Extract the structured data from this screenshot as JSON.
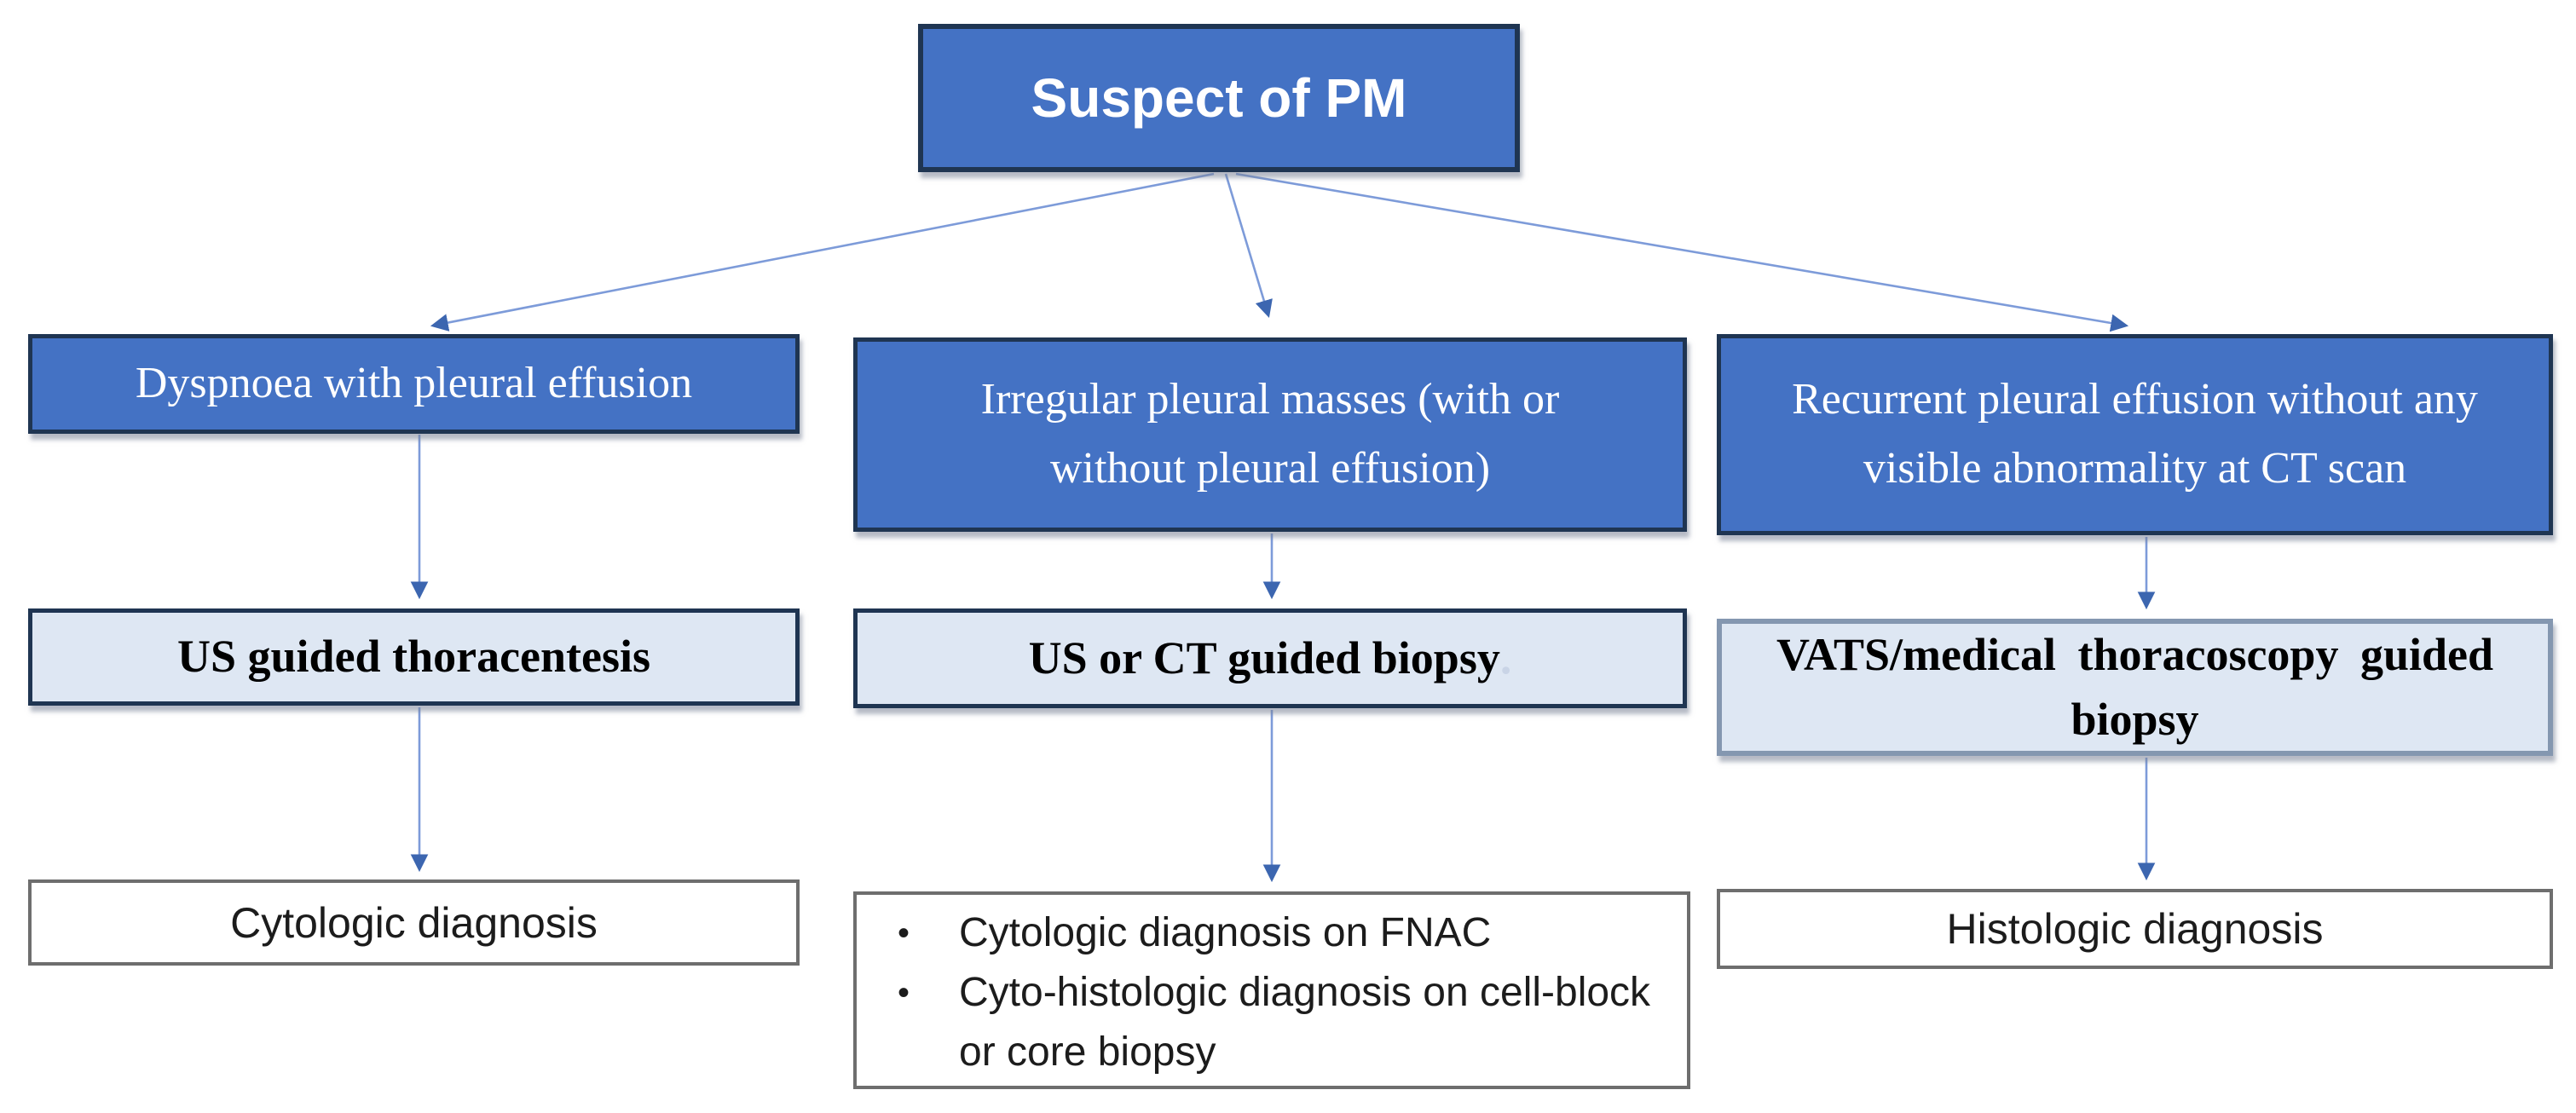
{
  "flowchart": {
    "root": {
      "label": "Suspect of PM"
    },
    "columns": [
      {
        "condition": "Dyspnoea with pleural effusion",
        "procedure": "US guided thoracentesis",
        "outcome": "Cytologic diagnosis"
      },
      {
        "condition": "Irregular pleural masses (with or\nwithout pleural effusion)",
        "procedure": "US or CT guided biopsy",
        "procedure_period": ".",
        "outcome_bullets": [
          "Cytologic diagnosis on FNAC",
          "Cyto-histologic diagnosis on cell-block or core biopsy"
        ]
      },
      {
        "condition": "Recurrent pleural effusion without any\nvisible abnormality at CT scan",
        "procedure": "VATS/medical thoracoscopy guided\nbiopsy",
        "outcome": "Histologic diagnosis"
      }
    ],
    "bullet_glyph": "•",
    "colors": {
      "node_blue": "#4472C4",
      "node_light_blue": "#DEE7F3",
      "border_navy": "#1F3552",
      "border_slate": "#8497B0",
      "border_gray": "#6E6E6E",
      "arrow_line_blue": "#7D9BD9",
      "arrow_head_blue": "#3C66B0"
    }
  }
}
